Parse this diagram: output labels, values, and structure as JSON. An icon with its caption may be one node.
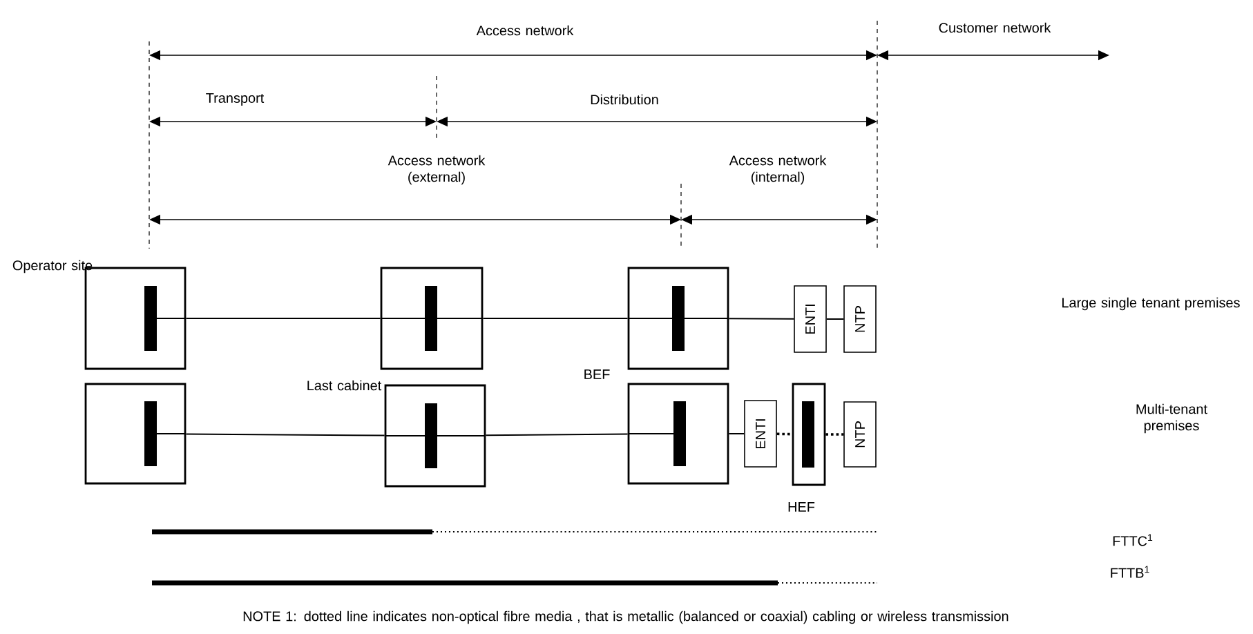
{
  "diagram": {
    "nodes": [
      {
        "text": [],
        "shape": "box",
        "beside": [
          "Operator site"
        ]
      },
      {
        "text": [],
        "shape": "box"
      },
      {
        "text": [],
        "shape": "box",
        "beside": [
          "BEF"
        ]
      },
      {
        "text": [
          "ENTI"
        ]
      },
      {
        "text": [
          "NTP"
        ]
      },
      {
        "text": [],
        "shape": "box"
      },
      {
        "text": [],
        "shape": "box",
        "beside": [
          "Last cabinet"
        ]
      },
      {
        "text": [],
        "shape": "box"
      },
      {
        "text": [
          "ENTI"
        ]
      },
      {
        "text": [],
        "shape": "box",
        "beside": [
          "HEF"
        ]
      },
      {
        "text": [
          "NTP"
        ]
      }
    ],
    "edges": [
      {
        "from": 0,
        "to": 1,
        "arrow": "none"
      },
      {
        "from": 1,
        "to": 2,
        "arrow": "none"
      },
      {
        "from": 2,
        "to": 3,
        "arrow": "none"
      },
      {
        "from": 3,
        "to": 4,
        "arrow": "none"
      },
      {
        "from": 5,
        "to": 6,
        "arrow": "none"
      },
      {
        "from": 6,
        "to": 7,
        "arrow": "none"
      },
      {
        "from": 7,
        "to": 8,
        "arrow": "none"
      },
      {
        "from": 8,
        "to": 9,
        "arrow": "none",
        "style": "dashed"
      },
      {
        "from": 9,
        "to": 10,
        "arrow": "none",
        "style": "dashed"
      }
    ],
    "labels": [
      "Access network",
      "Customer network",
      "Transport",
      "Distribution",
      "Access network (external)",
      "Access network (internal)",
      "Large single tenant premises",
      "Multi-tenant premises",
      "FTTC$^{1}$",
      "FTTB$^{1}$",
      "NOTE 1: dotted line indicates non-optical fibre media , that is metallic (balanced or coaxial) cabling or wireless transmission"
    ]
  }
}
